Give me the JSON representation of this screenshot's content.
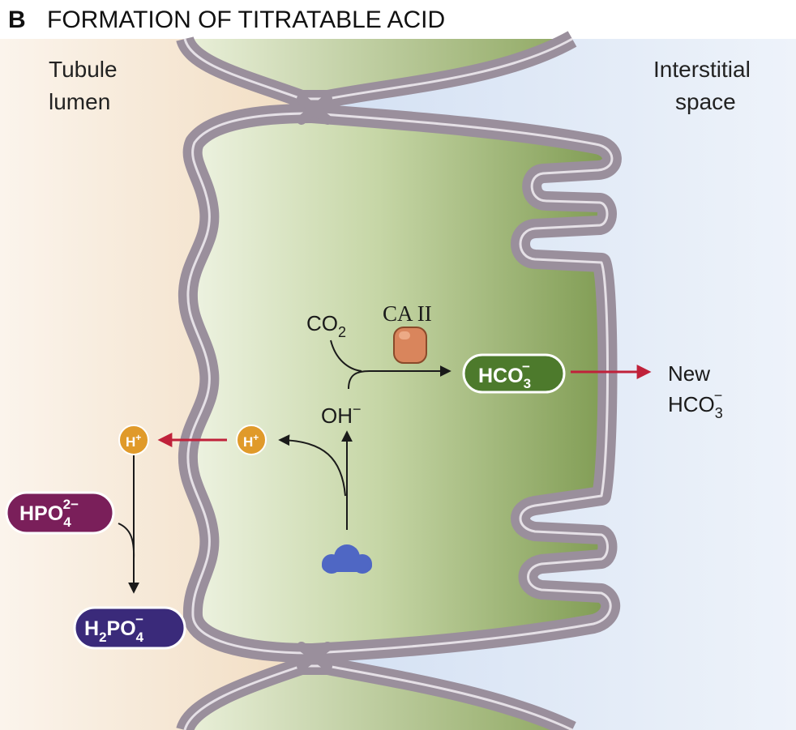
{
  "header": {
    "panel_letter": "B",
    "title": "FORMATION OF TITRATABLE ACID"
  },
  "regions": {
    "lumen_line1": "Tubule",
    "lumen_line2": "lumen",
    "interstitial_line1": "Interstitial",
    "interstitial_line2": "space"
  },
  "species": {
    "co2_base": "CO",
    "co2_sub": "2",
    "enzyme": "CA II",
    "oh_base": "OH",
    "oh_sup": "−",
    "hco3_base": "HCO",
    "hco3_sub": "3",
    "hco3_sup": "−",
    "new_hco3_line1": "New",
    "new_hco3_base": "HCO",
    "new_hco3_sub": "3",
    "new_hco3_sup": "−",
    "h_base": "H",
    "h_sup": "+",
    "hpo4_base": "HPO",
    "hpo4_sub": "4",
    "hpo4_sup": "2−",
    "h2po4_h": "H",
    "h2po4_h_sub": "2",
    "h2po4_po": "PO",
    "h2po4_sub": "4",
    "h2po4_sup": "−"
  },
  "colors": {
    "membrane": "#9a8f9c",
    "lumen_bg": "#f5e6cf",
    "interstitial_bg": "#dde7f5",
    "cytoplasm_green": "#7f9b52",
    "hco3_pill": "#4d7a2c",
    "h_circle": "#e09a2a",
    "hpo4_pill": "#7a1f5a",
    "h2po4_pill": "#3a2a7a",
    "enzyme": "#d9855c",
    "water_molecule": "#4f67c4",
    "red_arrow": "#c0213a"
  }
}
